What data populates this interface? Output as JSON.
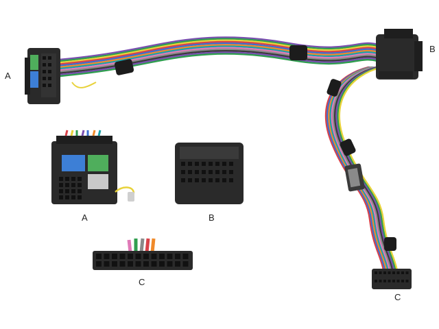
{
  "labels": {
    "harness_a": "A",
    "harness_b": "B",
    "harness_c": "C",
    "detail_a": "A",
    "detail_b": "B",
    "detail_c": "C"
  },
  "colors": {
    "connector_body": "#2a2a2a",
    "wire_palette": [
      "#7a4fb0",
      "#2f9e4f",
      "#e8d23a",
      "#d9424a",
      "#3b6fd1",
      "#f08a2a",
      "#1aa1a8",
      "#e07ab8",
      "#8a8a8a",
      "#3a3a3a"
    ],
    "pin_block_blue": "#3d7fd6",
    "pin_block_green": "#4fae5c",
    "pin_block_grey": "#c9c9c9"
  }
}
